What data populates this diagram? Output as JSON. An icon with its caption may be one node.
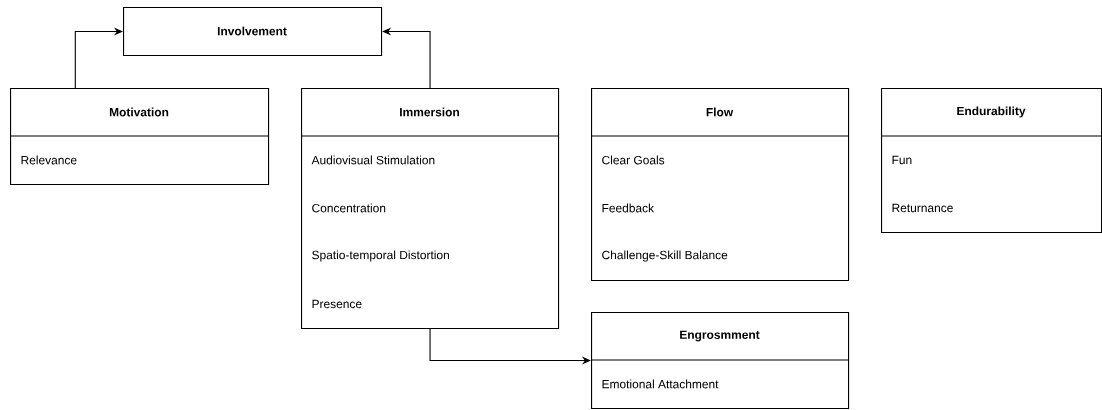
{
  "diagram": {
    "nodes": [
      {
        "text": [
          "Involvement"
        ]
      },
      {
        "text": [
          "Motivation",
          "Relevance"
        ]
      },
      {
        "text": [
          "Immersion",
          "Audiovisual Stimulation",
          "Concentration",
          "Spatio-temporal Distortion",
          "Presence"
        ]
      },
      {
        "text": [
          "Flow",
          "Clear Goals",
          "Feedback",
          "Challenge-Skill Balance"
        ]
      },
      {
        "text": [
          "Endurability",
          "Fun",
          "Returnance"
        ]
      },
      {
        "text": [
          "Engrosmment",
          "Emotional Attachment"
        ]
      }
    ],
    "edges": [
      {
        "from": 1,
        "to": 0,
        "arrow": "to"
      },
      {
        "from": 2,
        "to": 0,
        "arrow": "to"
      },
      {
        "from": 2,
        "to": 5,
        "arrow": "to"
      }
    ]
  }
}
